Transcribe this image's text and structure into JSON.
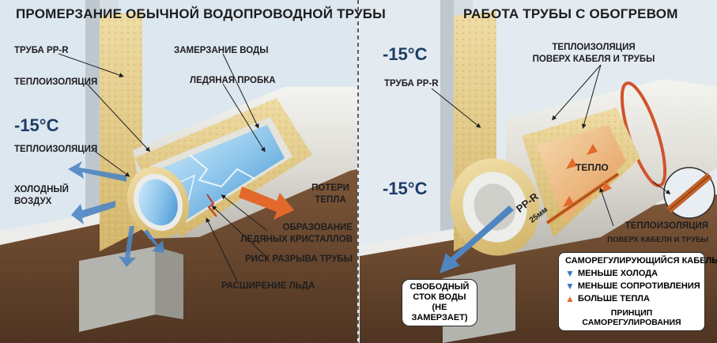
{
  "colors": {
    "sky": "#dfe8ef",
    "wall": "#c6cfd6",
    "insulation": "#e5cf8e",
    "pipe": "#e7e6e0",
    "ice": "#8fc7ec",
    "soil": "#6b4a31",
    "concrete": "#b9b9b3",
    "cold_arrow": "#4f86c2",
    "heat_arrow": "#e2692a",
    "cable": "#d9742e",
    "ring": "#d2532c"
  },
  "left_panel": {
    "title": "ПРОМЕРЗАНИЕ ОБЫЧНОЙ ВОДОПРОВОДНОЙ ТРУБЫ",
    "temperature": "-15°C",
    "labels": {
      "pipe_ppr": "ТРУБА PP-R",
      "insulation_top": "ТЕПЛОИЗОЛЯЦИЯ",
      "insulation_mid": "ТЕПЛОИЗОЛЯЦИЯ",
      "cold_air_1": "ХОЛОДНЫЙ",
      "cold_air_2": "ВОЗДУХ",
      "water_freezing": "ЗАМЕРЗАНИЕ ВОДЫ",
      "ice_plug": "ЛЕДЯНАЯ ПРОБКА",
      "heat_loss_1": "ПОТЕРИ",
      "heat_loss_2": "ТЕПЛА",
      "ice_crystals_1": "ОБРАЗОВАНИЕ",
      "ice_crystals_2": "ЛЕДЯНЫХ КРИСТАЛЛОВ",
      "burst_risk": "РИСК РАЗРЫВА ТРУБЫ",
      "ice_expansion": "РАСШИРЕНИЕ ЛЬДА"
    }
  },
  "right_panel": {
    "title": "РАБОТА ТРУБЫ С ОБОГРЕВОМ",
    "temperature_top": "-15°C",
    "temperature_mid": "-15°C",
    "labels": {
      "pipe_ppr": "ТРУБА PP-R",
      "insulation_over_1": "ТЕПЛОИЗОЛЯЦИЯ",
      "insulation_over_2": "ПОВЕРХ КАБЕЛЯ И ТРУБЫ",
      "heat": "ТЕПЛО",
      "pipe_marking_1": "PP-R",
      "pipe_marking_2": "25мм",
      "insulation_side": "ТЕПЛОИЗОЛЯЦИЯ",
      "insulation_side_sub": "ПОВЕРХ КАБЕЛЯ И ТРУБЫ"
    },
    "drain": {
      "line1": "СВОБОДНЫЙ",
      "line2": "СТОК ВОДЫ",
      "line3": "(НЕ ЗАМЕРЗАЕТ)"
    },
    "legend": {
      "title": "САМОРЕГУЛИРУЮЩИЙСЯ КАБЕЛЬ",
      "items": [
        {
          "icon": "arrow-down-icon",
          "color": "#3c78bf",
          "text": "МЕНЬШЕ ХОЛОДА"
        },
        {
          "icon": "arrow-down-icon",
          "color": "#3c78bf",
          "text": "МЕНЬШЕ СОПРОТИВЛЕНИЯ"
        },
        {
          "icon": "arrow-up-icon",
          "color": "#e2692a",
          "text": "БОЛЬШЕ ТЕПЛА"
        }
      ],
      "footer": "ПРИНЦИП САМОРЕГУЛИРОВАНИЯ"
    }
  }
}
